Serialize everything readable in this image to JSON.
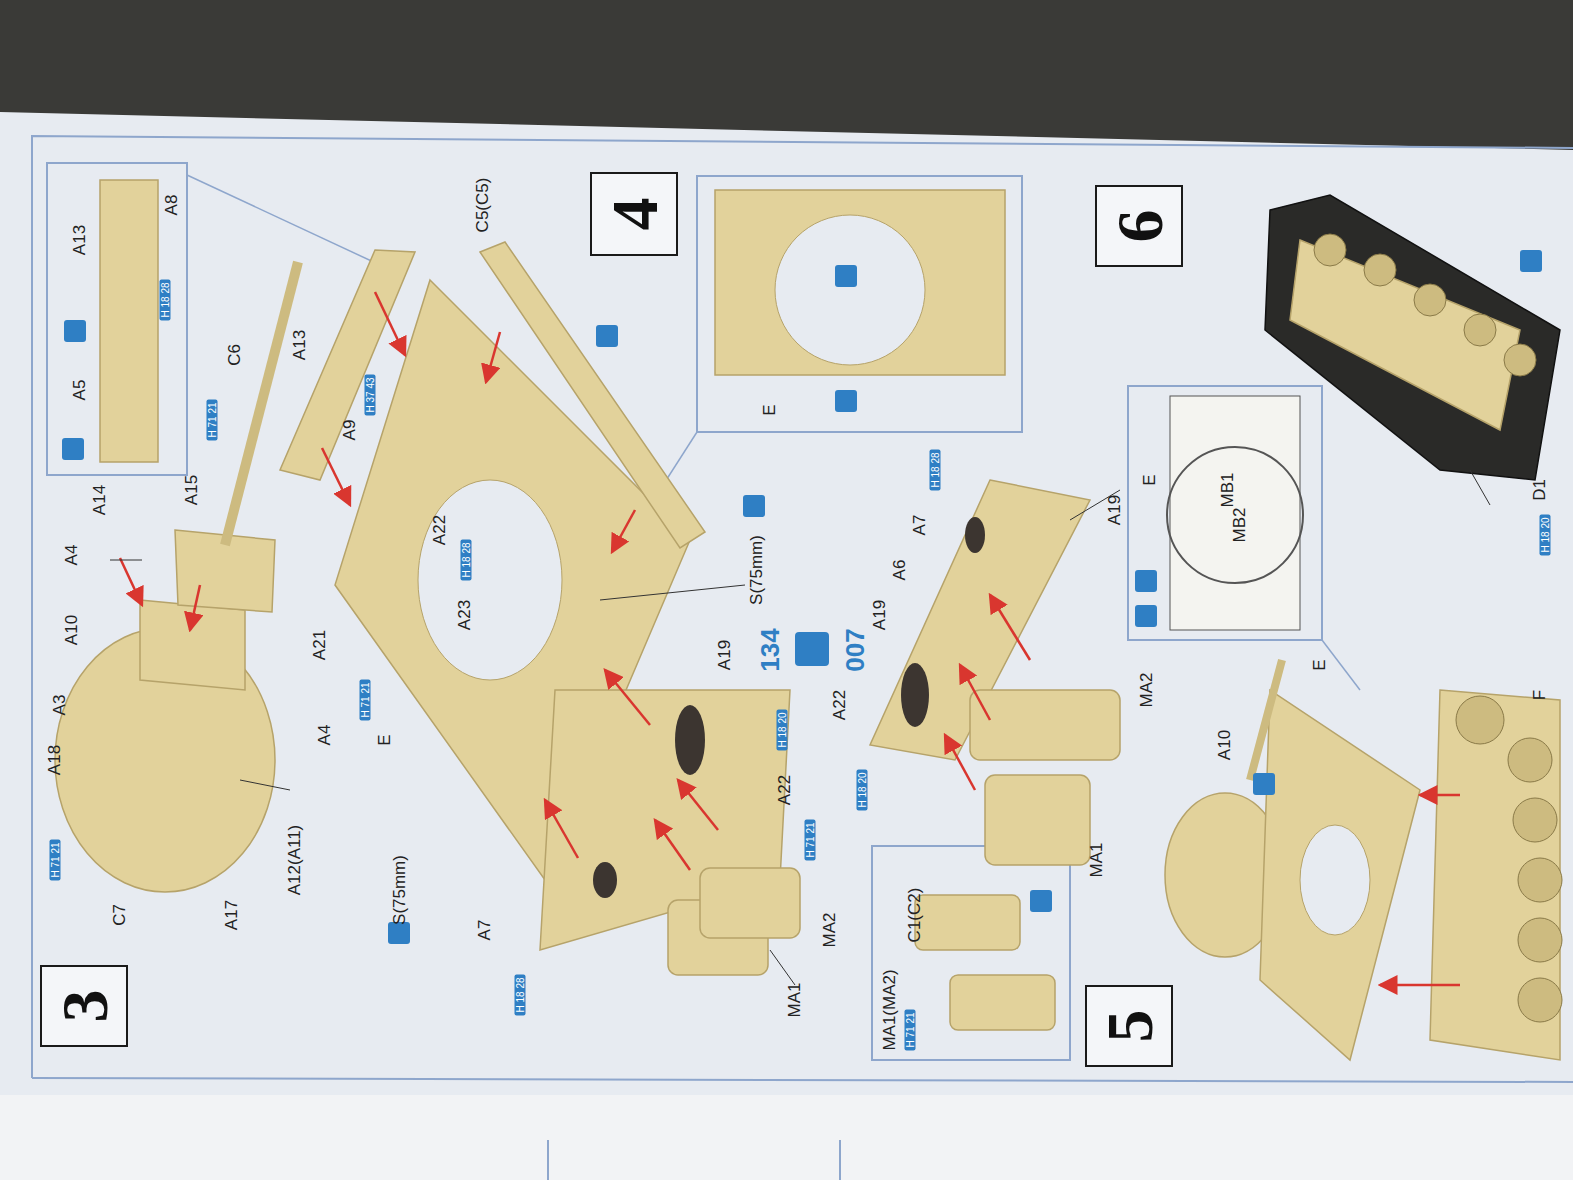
{
  "diagram": {
    "nodes": [
      {
        "text": [
          "3"
        ]
      },
      {
        "text": [
          "4"
        ]
      },
      {
        "text": [
          "5"
        ]
      },
      {
        "text": [
          "6"
        ]
      }
    ],
    "labels": [
      "A13",
      "A8",
      "A5",
      "H 18 28",
      "A13",
      "C6",
      "H 71 21",
      "A15",
      "A14",
      "A4",
      "A10",
      "A3",
      "A18",
      "H 71 21",
      "C7",
      "A17",
      "A12(A11)",
      "A4",
      "A9",
      "H 37 43",
      "C5(C5)",
      "A22",
      "H 18 28",
      "A23",
      "A21",
      "H 71 21",
      "E",
      "S(75mm)",
      "A7",
      "H 18 28",
      "MA1",
      "MA2",
      "H 71 21",
      "A22",
      "H 18 20",
      "A19",
      "S(75mm)",
      "134",
      "007",
      "E",
      "A19",
      "A7",
      "H 18 28",
      "A6",
      "A19",
      "A22",
      "H 18 20",
      "MA2",
      "MA1",
      "C1(C2)",
      "MA1(MA2)",
      "H 71 21",
      "E",
      "MB1",
      "MB2",
      "A10",
      "E",
      "F",
      "D1",
      "H 18 20"
    ]
  }
}
